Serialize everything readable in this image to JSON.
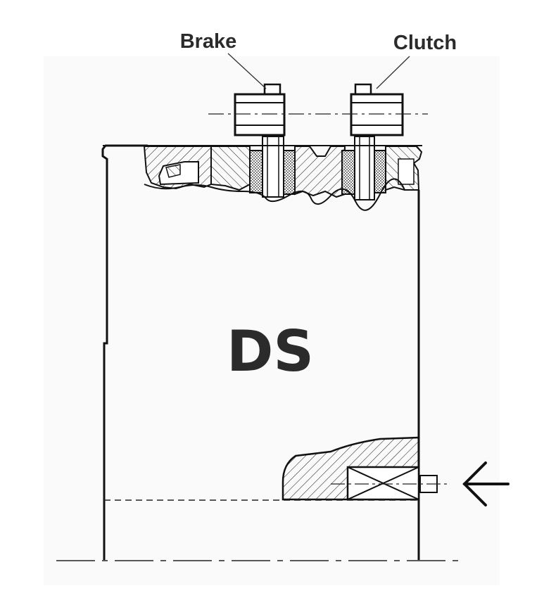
{
  "labels": {
    "brake": "Brake",
    "clutch": "Clutch",
    "center": "DS"
  },
  "icons": {
    "input_arrow": "arrow-left-icon"
  },
  "colors": {
    "line": "#111111",
    "text": "#2b2b2b",
    "background": "#ffffff"
  }
}
